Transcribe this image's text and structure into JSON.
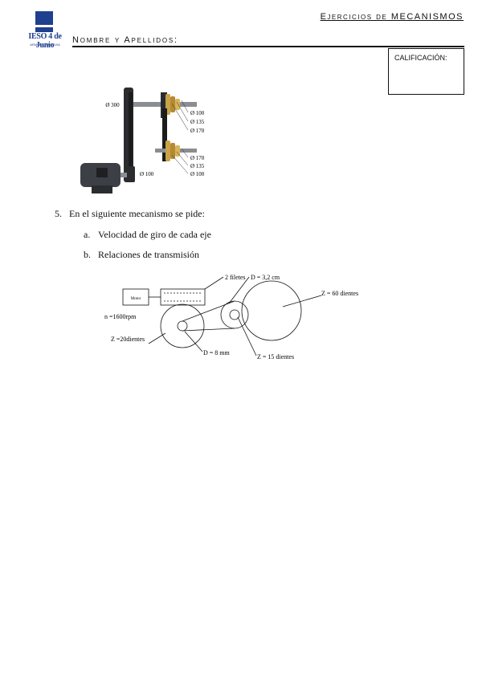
{
  "header": {
    "title": "Ejercicios de MECANISMOS",
    "name_label": "Nombre y Apellidos:",
    "grade_label": "CALIFICACIÓN:"
  },
  "logo": {
    "name": "IESO 4 de Junio",
    "subtitle": "ARMUÑA, SEGOVIA"
  },
  "figure_1": {
    "labels": {
      "large_pulley": "Ø 300",
      "motor_pulley": "Ø 100",
      "top_cone": [
        "Ø 100",
        "Ø 135",
        "Ø 170"
      ],
      "bottom_cone": [
        "Ø 170",
        "Ø 135",
        "Ø 100"
      ]
    }
  },
  "question": {
    "number": "5.",
    "text": "En el siguiente mecanismo se pide:",
    "items": [
      {
        "letter": "a.",
        "text": "Velocidad de giro de cada eje"
      },
      {
        "letter": "b.",
        "text": "Relaciones de transmisión"
      }
    ]
  },
  "figure_2": {
    "labels": {
      "motor": "Motor",
      "speed": "n =1600rpm",
      "worm": "2 filetes",
      "gear_small": "Z =20dientes",
      "pulley_small": "D = 8 mm",
      "pulley_large": "D = 3,2 cm",
      "gear_pinion": "Z = 15 dientes",
      "gear_large": "Z = 60 dientes"
    }
  }
}
